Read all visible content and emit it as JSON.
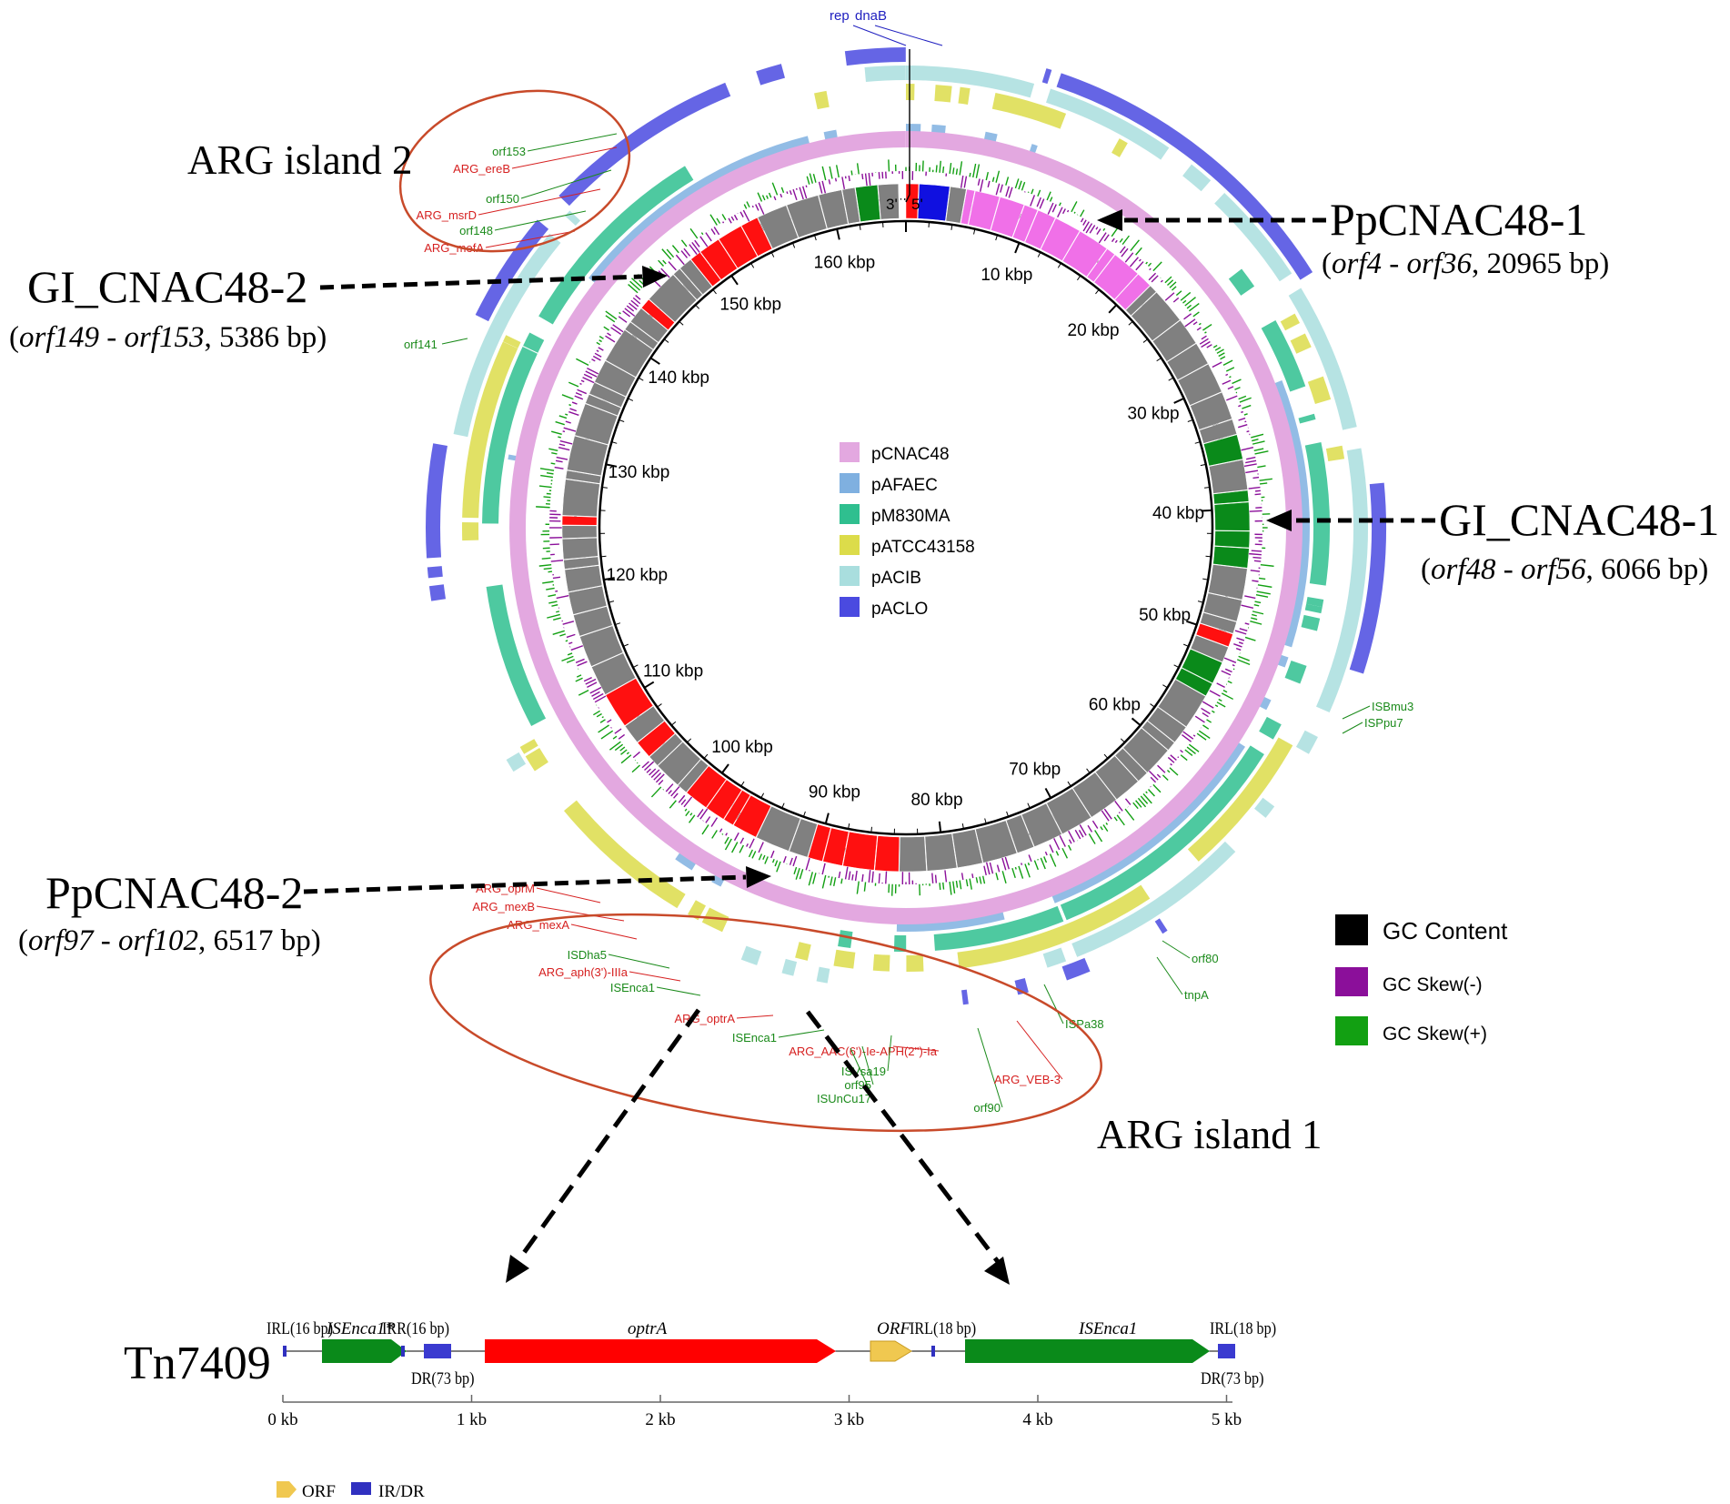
{
  "plasmid": {
    "origin_labels": [
      "3'",
      "5'"
    ],
    "top_genes": [
      "rep",
      "dnaB"
    ],
    "total_kbp": 166,
    "kbp_ticks": [
      "10 kbp",
      "20 kbp",
      "30 kbp",
      "40 kbp",
      "50 kbp",
      "60 kbp",
      "70 kbp",
      "80 kbp",
      "90 kbp",
      "100 kbp",
      "110 kbp",
      "120 kbp",
      "130 kbp",
      "140 kbp",
      "150 kbp",
      "160 kbp"
    ]
  },
  "legend": {
    "tracks": [
      {
        "label": "pCNAC48",
        "color": "#e3a8e0"
      },
      {
        "label": "pAFAEC",
        "color": "#7fb0e0"
      },
      {
        "label": "pM830MA",
        "color": "#2fbf8f"
      },
      {
        "label": "pATCC43158",
        "color": "#dcdc4a"
      },
      {
        "label": "pACIB",
        "color": "#a9dede"
      },
      {
        "label": "pACLO",
        "color": "#4a4ae0"
      }
    ],
    "gc": [
      {
        "label": "GC Content",
        "color": "#000000"
      },
      {
        "label": "GC Skew(-)",
        "color": "#8b0f9a"
      },
      {
        "label": "GC Skew(+)",
        "color": "#12a012"
      }
    ]
  },
  "callouts": {
    "pp1_title": "PpCNAC48-1",
    "pp1_sub_a": "orf4",
    "pp1_sub_b": " - ",
    "pp1_sub_c": "orf36",
    "pp1_sub_d": ", 20965 bp)",
    "gi1_title": "GI_CNAC48-1",
    "gi1_sub_a": "orf48",
    "gi1_sub_c": "orf56",
    "gi1_sub_d": ", 6066 bp)",
    "gi2_title": "GI_CNAC48-2",
    "gi2_sub_a": "orf149",
    "gi2_sub_c": "orf153",
    "gi2_sub_d": ", 5386 bp)",
    "pp2_title": "PpCNAC48-2",
    "pp2_sub_a": "orf97",
    "pp2_sub_c": "orf102",
    "pp2_sub_d": ", 6517 bp)",
    "island1": "ARG island 1",
    "island2": "ARG island 2"
  },
  "island2_labels": [
    {
      "text": "orf153",
      "color": "#1a8a1a"
    },
    {
      "text": "ARG_ereB",
      "color": "#d62020"
    },
    {
      "text": "orf150",
      "color": "#1a8a1a"
    },
    {
      "text": "ARG_msrD",
      "color": "#d62020"
    },
    {
      "text": "orf148",
      "color": "#1a8a1a"
    },
    {
      "text": "ARG_mefA",
      "color": "#d62020"
    }
  ],
  "island1_labels": [
    {
      "text": "ARG_oprM",
      "color": "#d62020"
    },
    {
      "text": "ARG_mexB",
      "color": "#d62020"
    },
    {
      "text": "ARG_mexA",
      "color": "#d62020"
    },
    {
      "text": "ISDha5",
      "color": "#1a8a1a"
    },
    {
      "text": "ARG_aph(3')-IIIa",
      "color": "#d62020"
    },
    {
      "text": "ISEnca1",
      "color": "#1a8a1a"
    },
    {
      "text": "ARG_optrA",
      "color": "#d62020"
    },
    {
      "text": "ISEnca1",
      "color": "#1a8a1a"
    },
    {
      "text": "ARG_AAC(6')-Ie-APH(2'')-Ia",
      "color": "#d62020"
    },
    {
      "text": "ISVsa19",
      "color": "#1a8a1a"
    },
    {
      "text": "orf95",
      "color": "#1a8a1a"
    },
    {
      "text": "ISUnCu17",
      "color": "#1a8a1a"
    },
    {
      "text": "orf90",
      "color": "#1a8a1a"
    },
    {
      "text": "ARG_VEB-3",
      "color": "#d62020"
    }
  ],
  "misc_labels": [
    {
      "text": "orf141",
      "color": "#1a8a1a"
    },
    {
      "text": "ISBmu3",
      "color": "#1a8a1a"
    },
    {
      "text": "ISPpu7",
      "color": "#1a8a1a"
    },
    {
      "text": "orf80",
      "color": "#1a8a1a"
    },
    {
      "text": "tnpA",
      "color": "#1a8a1a"
    },
    {
      "text": "ISPa38",
      "color": "#1a8a1a"
    }
  ],
  "transposon": {
    "name": "Tn7409",
    "features": [
      {
        "label": "IRL(16 bp)"
      },
      {
        "label": "ISEnca1*",
        "italic": true
      },
      {
        "label": "IRR(16 bp)"
      },
      {
        "label": "DR(73 bp)"
      },
      {
        "label": "optrA",
        "italic": true
      },
      {
        "label": "ORF",
        "italic": true
      },
      {
        "label": "IRL(18 bp)"
      },
      {
        "label": "ISEnca1",
        "italic": true
      },
      {
        "label": "IRL(18 bp)"
      },
      {
        "label": "DR(73 bp)"
      }
    ],
    "scale": [
      "0 kb",
      "1 kb",
      "2 kb",
      "3 kb",
      "4 kb",
      "5 kb"
    ],
    "legend": [
      {
        "label": "ORF",
        "color": "#f0c850"
      },
      {
        "label": "IR/DR",
        "color": "#3030c0"
      }
    ]
  }
}
